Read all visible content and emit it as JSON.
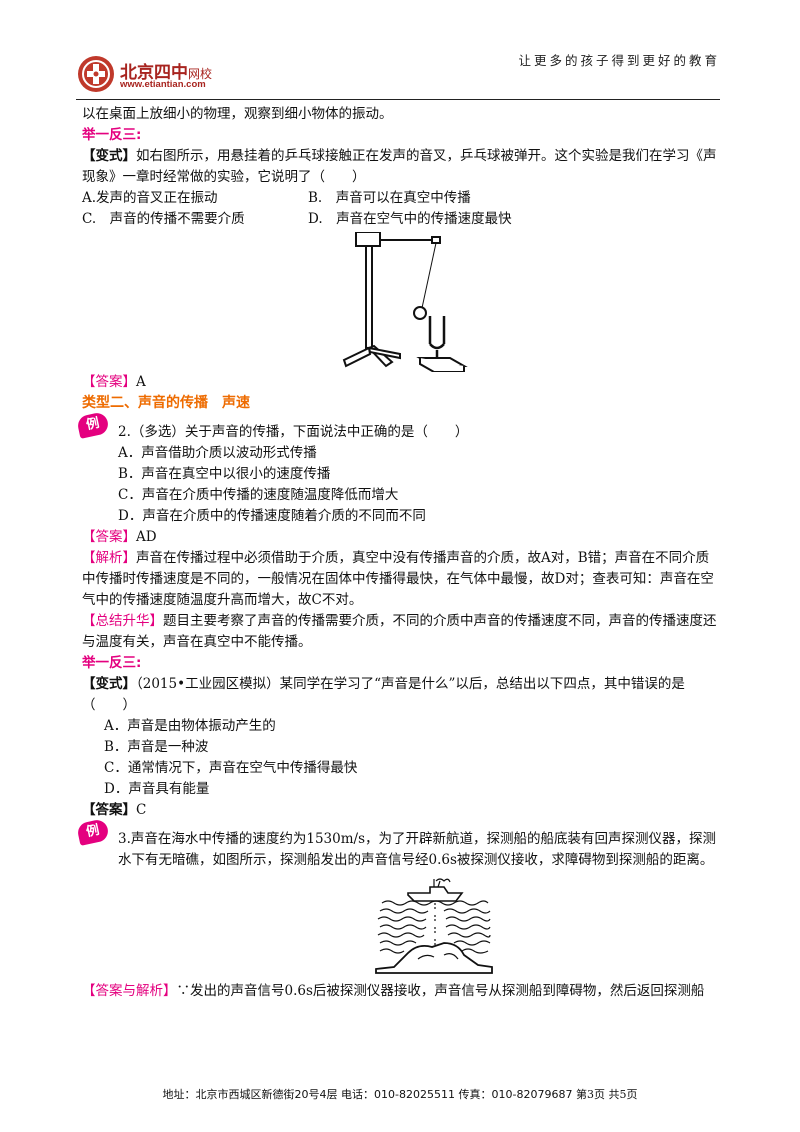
{
  "header": {
    "logo_name": "北京四中",
    "logo_suffix": "网校",
    "logo_url": "www.etiantian.com",
    "slogan": "让更多的孩子得到更好的教育"
  },
  "body": {
    "l1": "以在桌面上放细小的物理，观察到细小物体的振动。",
    "juyi1": "举一反三:",
    "v1_tag": "【变式】",
    "v1_text": "如右图所示，用悬挂着的乒乓球接触正在发声的音叉，乒乓球被弹开。这个实验是我们在学习《声现象》一章时经常做的实验，它说明了（　　）",
    "v1_a": "A.发声的音叉正在振动",
    "v1_b": "B.　声音可以在真空中传播",
    "v1_c": "C.　声音的传播不需要介质",
    "v1_d": "D.　声音在空气中的传播速度最快",
    "ans1_tag": "【答案】",
    "ans1": "A",
    "type2_title": "类型二、声音的传播　声速",
    "ex_badge": "例",
    "q2": "2.（多选）关于声音的传播，下面说法中正确的是（　　）",
    "q2_a": "A．声音借助介质以波动形式传播",
    "q2_b": "B．声音在真空中以很小的速度传播",
    "q2_c": "C．声音在介质中传播的速度随温度降低而增大",
    "q2_d": "D．声音在介质中的传播速度随着介质的不同而不同",
    "ans2_tag": "【答案】",
    "ans2": "AD",
    "jx_tag": "【解析】",
    "jx_text": "声音在传播过程中必须借助于介质，真空中没有传播声音的介质，故A对，B错；声音在不同介质中传播时传播速度是不同的，一般情况在固体中传播得最快，在气体中最慢，故D对；查表可知：声音在空气中的传播速度随温度升高而增大，故C不对。",
    "zj_tag": "【总结升华】",
    "zj_text": "题目主要考察了声音的传播需要介质，不同的介质中声音的传播速度不同，声音的传播速度还与温度有关，声音在真空中不能传播。",
    "juyi2": "举一反三:",
    "v2_tag": "【变式】",
    "v2_text": "（2015•工业园区模拟）某同学在学习了“声音是什么”以后，总结出以下四点，其中错误的是（　　）",
    "v2_a": "A．声音是由物体振动产生的",
    "v2_b": "B．声音是一种波",
    "v2_c": "C．通常情况下，声音在空气中传播得最快",
    "v2_d": "D．声音具有能量",
    "ans3_tag": "【答案】",
    "ans3": "C",
    "q3": "3.声音在海水中传播的速度约为1530m/s，为了开辟新航道，探测船的船底装有回声探测仪器，探测水下有无暗礁，如图所示，探测船发出的声音信号经0.6s被探测仪接收，求障碍物到探测船的距离。",
    "ajx_tag": "【答案与解析】",
    "ajx_text": "∵发出的声音信号0.6s后被探测仪器接收，声音信号从探测船到障碍物，然后返回探测船"
  },
  "footer": {
    "address": "地址：北京市西城区新德街20号4层 电话：010-82025511 传真：010-82079687",
    "page": "第3页  共5页"
  }
}
